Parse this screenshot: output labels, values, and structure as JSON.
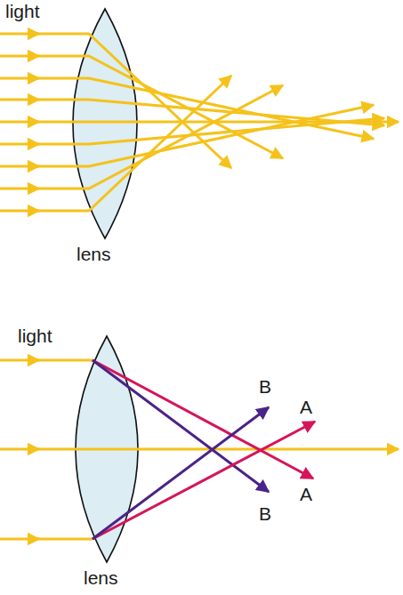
{
  "diagram": {
    "labels": [
      "light",
      "lens",
      "light",
      "B",
      "A",
      "A",
      "B",
      "lens"
    ]
  }
}
